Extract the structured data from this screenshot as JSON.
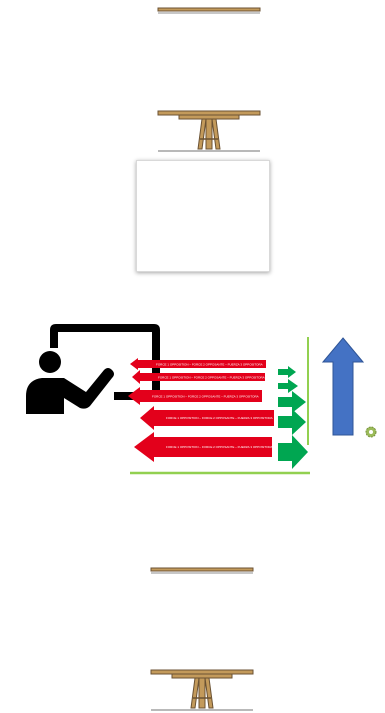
{
  "icons": {
    "table_top": "table-top-icon",
    "table_stool": "table-stool-icon",
    "presenter": "presenter-board-icon",
    "up_arrow": "up-arrow-icon",
    "gear": "gear-icon"
  },
  "colors": {
    "wood": "#c39a5b",
    "wood_dark": "#6b5233",
    "shadow": "#8f8f8f",
    "presenter": "#000000",
    "opposing_arrow": "#e3001b",
    "supporting_arrow": "#00a651",
    "force_line": "#92d050",
    "up_arrow": "#4472c4"
  },
  "force_diagram": {
    "opposing_labels": [
      "FORCE 1 OPPOSITION – FORCE 2 OPPOSANTE – FUERZA 3 OPPOSITORA",
      "FORCE 1 OPPOSITION – FORCE 2 OPPOSANTE – FUERZA 3 OPPOSITORA",
      "FORCE 1 OPPOSITION – FORCE 2 OPPOSANTE – FUERZA 3 OPPOSITORA",
      "FORCE 1 OPPOSITION – FORCE 2 OPPOSANTE – FUERZA 3 OPPOSITORA",
      "FORCE 1 OPPOSITION – FORCE 2 OPPOSANTE – FUERZA 3 OPPOSITORA"
    ]
  }
}
